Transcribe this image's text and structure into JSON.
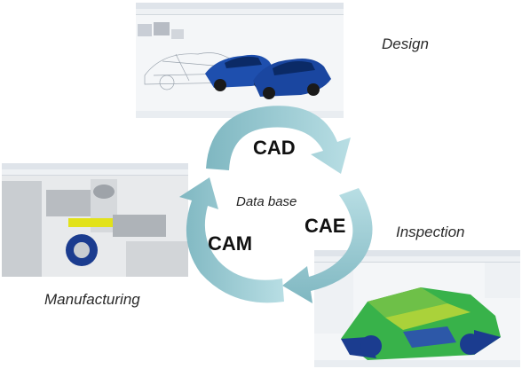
{
  "labels": {
    "design": "Design",
    "cad": "CAD",
    "database": "Data base",
    "cae": "CAE",
    "cam": "CAM",
    "inspection": "Inspection",
    "manufacturing": "Manufacturing"
  },
  "colors": {
    "arrow_light": "#b8dee4",
    "arrow_dark": "#7fb7c1",
    "car_blue": "#1e4fae",
    "car_dark": "#0b2a66",
    "mesh_green": "#38b24a",
    "mesh_blue": "#1b3c8f",
    "machine_yellow": "#e2e21a"
  },
  "icons": [
    "car-render-icon",
    "cnc-machine-icon",
    "fea-body-frame-icon"
  ]
}
